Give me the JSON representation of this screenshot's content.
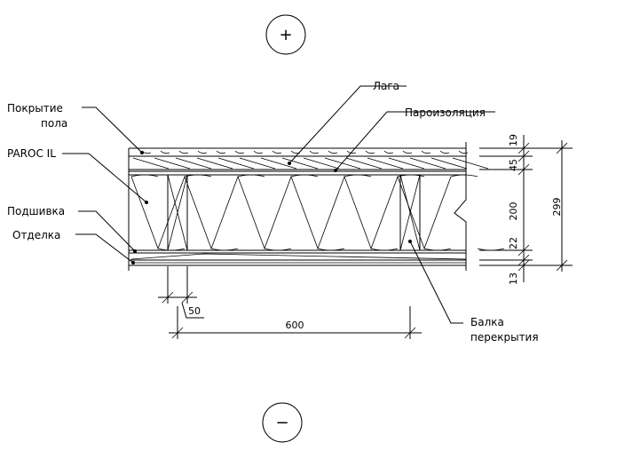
{
  "symbols": {
    "plus": "+",
    "minus": "−"
  },
  "labels": {
    "floor_cover_line1": "Покрытие",
    "floor_cover_line2": "пола",
    "paroc": "PAROC IL",
    "podshivka": "Подшивка",
    "otdelka": "Отделка",
    "laga": "Лага",
    "vapor": "Пароизоляция",
    "beam_line1": "Балка",
    "beam_line2": "перекрытия"
  },
  "dimensions": {
    "layer_19": "19",
    "layer_45": "45",
    "layer_200": "200",
    "layer_22": "22",
    "layer_13": "13",
    "total": "299",
    "beam_width": "50",
    "spacing": "600"
  },
  "colors": {
    "line": "#000000",
    "background": "#ffffff"
  }
}
